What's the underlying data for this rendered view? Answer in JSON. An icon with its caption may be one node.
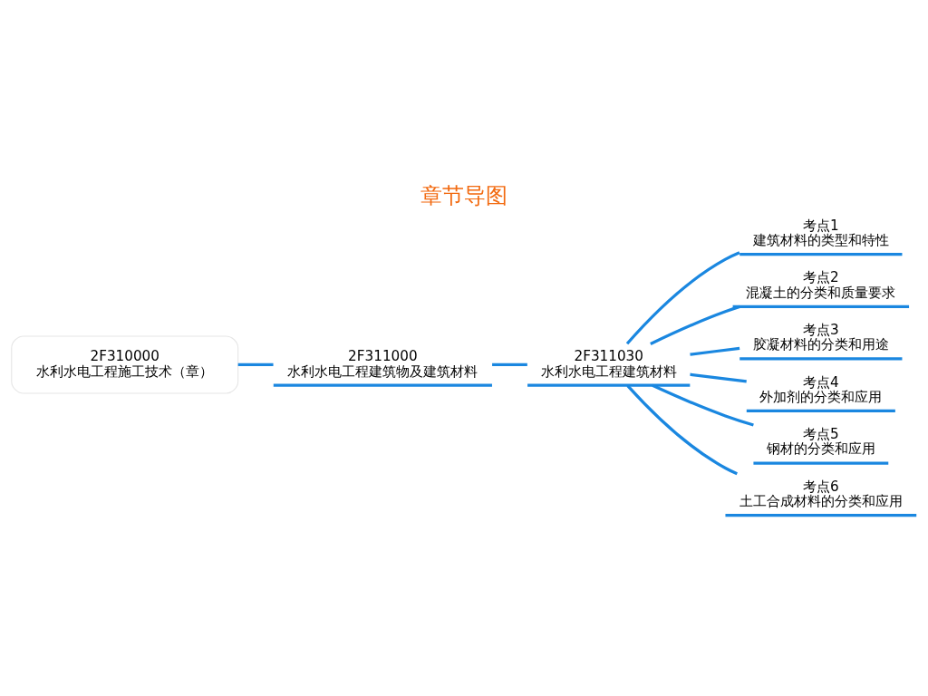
{
  "diagram": {
    "title": "章节导图",
    "nodes": [
      {
        "text": [
          "2F310000",
          "水利水电工程施工技术（章）"
        ]
      },
      {
        "text": [
          "2F311000",
          "水利水电工程建筑物及建筑材料"
        ]
      },
      {
        "text": [
          "2F311030",
          "水利水电工程建筑材料"
        ]
      },
      {
        "text": [
          "考点1",
          "建筑材料的类型和特性"
        ]
      },
      {
        "text": [
          "考点2",
          "混凝土的分类和质量要求"
        ]
      },
      {
        "text": [
          "考点3",
          "胶凝材料的分类和用途"
        ]
      },
      {
        "text": [
          "考点4",
          "外加剂的分类和应用"
        ]
      },
      {
        "text": [
          "考点5",
          "钢材的分类和应用"
        ]
      },
      {
        "text": [
          "考点6",
          "土工合成材料的分类和应用"
        ]
      }
    ],
    "edges": [
      {
        "from": 0,
        "to": 1,
        "arrow": "none"
      },
      {
        "from": 1,
        "to": 2,
        "arrow": "none"
      },
      {
        "from": 2,
        "to": 3,
        "arrow": "none"
      },
      {
        "from": 2,
        "to": 4,
        "arrow": "none"
      },
      {
        "from": 2,
        "to": 5,
        "arrow": "none"
      },
      {
        "from": 2,
        "to": 6,
        "arrow": "none"
      },
      {
        "from": 2,
        "to": 7,
        "arrow": "none"
      },
      {
        "from": 2,
        "to": 8,
        "arrow": "none"
      }
    ]
  }
}
